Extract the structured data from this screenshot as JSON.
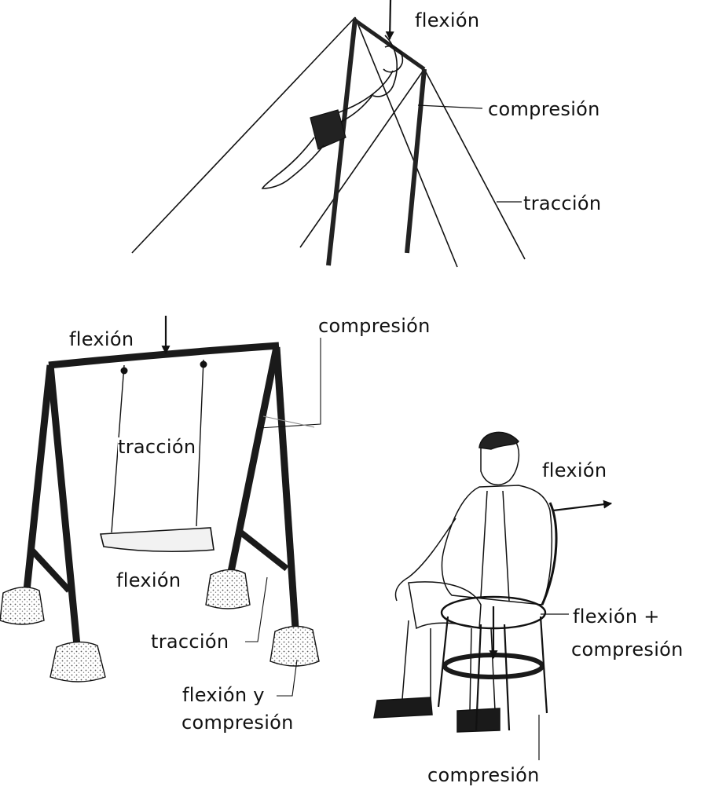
{
  "labels": {
    "gymnast_flexion": "flexión",
    "gymnast_compresion": "compresión",
    "gymnast_traccion": "tracción",
    "swing_flexion_top": "flexión",
    "swing_compresion": "compresión",
    "swing_traccion_rope": "tracción",
    "swing_flexion_seat": "flexión",
    "swing_traccion_brace": "tracción",
    "swing_flexion_y": "flexión y",
    "swing_compresion_leg": "compresión",
    "chair_flexion": "flexión",
    "chair_flexion_plus": "flexión +",
    "chair_compresion_seat": "compresión",
    "chair_compresion_leg": "compresión"
  },
  "colors": {
    "ink": "#111111",
    "shade": "#8a8a8a",
    "paper": "#ffffff"
  }
}
